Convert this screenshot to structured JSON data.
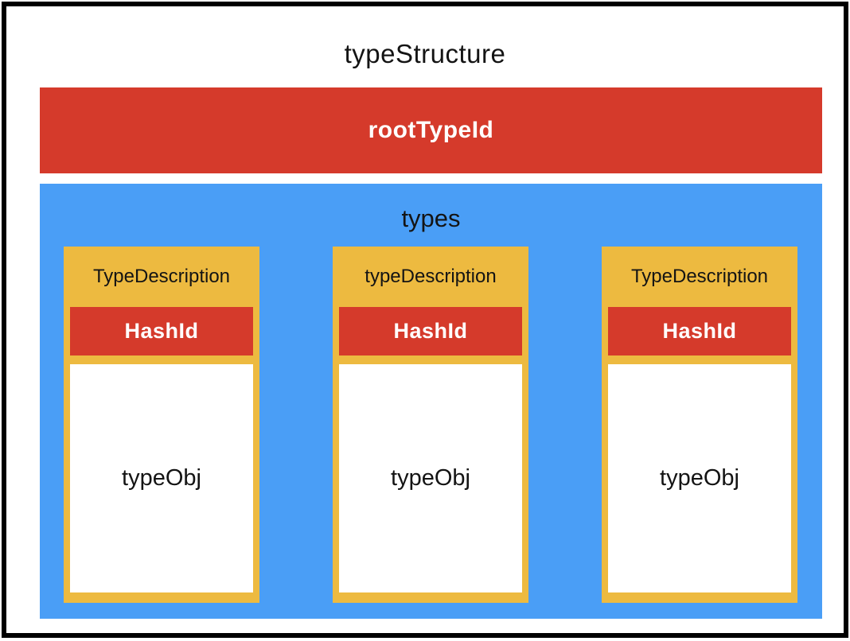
{
  "diagram": {
    "title": "typeStructure",
    "root_field_label": "rootTypeId",
    "types_label": "types",
    "cards": [
      {
        "header": "TypeDescription",
        "hash_label": "HashId",
        "obj_label": "typeObj"
      },
      {
        "header": "typeDescription",
        "hash_label": "HashId",
        "obj_label": "typeObj"
      },
      {
        "header": "TypeDescription",
        "hash_label": "HashId",
        "obj_label": "typeObj"
      }
    ],
    "colors": {
      "red": "#D53A2B",
      "blue": "#4A9EF6",
      "yellow": "#EDBA40",
      "frame": "#000000",
      "text_dark": "#141414",
      "text_light": "#FFFFFF",
      "background": "#FFFFFF"
    }
  }
}
